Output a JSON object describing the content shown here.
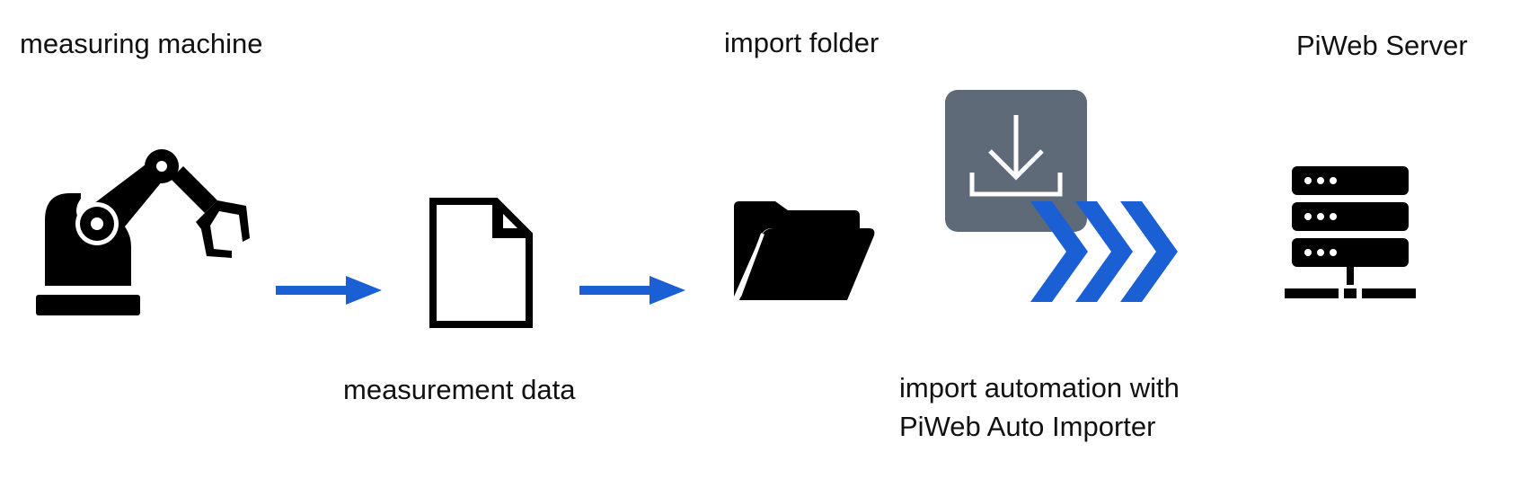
{
  "labels": {
    "machine": "measuring machine",
    "data": "measurement data",
    "folder": "import folder",
    "automation_line1": "import automation with",
    "automation_line2": "PiWeb Auto Importer",
    "server": "PiWeb Server"
  },
  "icons": {
    "machine": "robot-arm-icon",
    "data": "document-icon",
    "folder": "open-folder-icon",
    "importer": "download-icon",
    "chevrons": "triple-chevron-right-icon",
    "server": "server-rack-icon",
    "arrows": "arrow-right-icon"
  },
  "colors": {
    "arrow": "#1a5fd4",
    "importer_box": "#5f6a78",
    "icon": "#000000",
    "text": "#111111"
  }
}
